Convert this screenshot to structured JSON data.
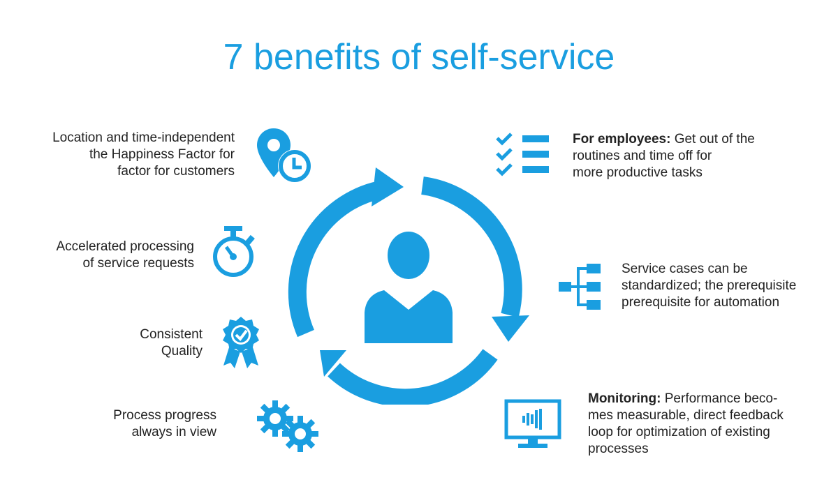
{
  "title": "7 benefits of self-service",
  "colors": {
    "accent": "#1a9ee0",
    "text": "#222222",
    "background": "#ffffff"
  },
  "center": {
    "icon": "person-icon",
    "cycle": "circular-arrows-icon"
  },
  "benefits_left": [
    {
      "icon": "location-clock-icon",
      "lines": [
        "Location and time-independent",
        "the Happiness Factor for",
        "factor for customers"
      ]
    },
    {
      "icon": "stopwatch-icon",
      "lines": [
        "Accelerated processing",
        "of service requests"
      ]
    },
    {
      "icon": "quality-badge-icon",
      "lines": [
        "Consistent",
        "Quality"
      ]
    },
    {
      "icon": "gears-icon",
      "lines": [
        "Process progress",
        "always in view"
      ]
    }
  ],
  "benefits_right": [
    {
      "icon": "checklist-icon",
      "bold": "For employees:",
      "lines": [
        " Get out of the",
        "routines and time off for",
        "more productive tasks"
      ]
    },
    {
      "icon": "hierarchy-icon",
      "bold": "",
      "lines": [
        "Service cases can be",
        "standardized; the prerequisite",
        "prerequisite for automation"
      ]
    },
    {
      "icon": "monitor-chart-icon",
      "bold": "Monitoring:",
      "lines": [
        " Performance beco-",
        "mes measurable, direct feedback",
        "loop for optimization of existing",
        "processes"
      ]
    }
  ]
}
